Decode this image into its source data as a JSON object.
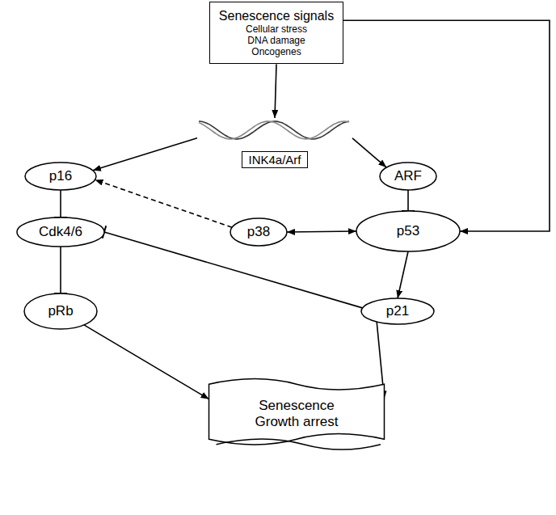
{
  "diagram": {
    "nodes": [
      {
        "text": [
          "Senescence signals",
          "Cellular stress DNA damage Oncogenes"
        ]
      },
      {
        "text": [
          "INK4a/Arf"
        ]
      },
      {
        "text": [
          "p16"
        ]
      },
      {
        "text": [
          "ARF"
        ]
      },
      {
        "text": [
          "Cdk4/6"
        ]
      },
      {
        "text": [
          "p38"
        ]
      },
      {
        "text": [
          "p53"
        ]
      },
      {
        "text": [
          "pRb"
        ]
      },
      {
        "text": [
          "p21"
        ]
      },
      {
        "text": [
          "Senescence Growth arrest"
        ]
      }
    ],
    "edges": [
      {
        "from": 0,
        "to": 1,
        "arrow": "to"
      },
      {
        "from": 0,
        "to": 6,
        "arrow": "to"
      },
      {
        "from": 1,
        "to": 2,
        "arrow": "to"
      },
      {
        "from": 1,
        "to": 3,
        "arrow": "to"
      },
      {
        "from": 2,
        "to": 4,
        "arrow": "to"
      },
      {
        "from": 3,
        "to": 6,
        "arrow": "to"
      },
      {
        "from": 4,
        "to": 7,
        "arrow": "to"
      },
      {
        "from": 5,
        "to": 2,
        "arrow": "to"
      },
      {
        "from": 5,
        "to": 6,
        "arrow": "both"
      },
      {
        "from": 6,
        "to": 8,
        "arrow": "to"
      },
      {
        "from": 8,
        "to": 4,
        "arrow": "to"
      },
      {
        "from": 7,
        "to": 9,
        "arrow": "to"
      },
      {
        "from": 8,
        "to": 9,
        "arrow": "to"
      }
    ]
  }
}
